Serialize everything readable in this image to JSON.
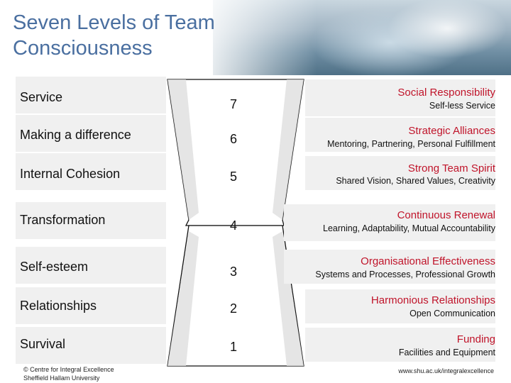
{
  "title": "Seven Levels of Team Consciousness",
  "levels": [
    {
      "name": "Service",
      "number": "7",
      "heading": "Social Responsibility",
      "detail": "Self-less Service"
    },
    {
      "name": "Making a difference",
      "number": "6",
      "heading": "Strategic Alliances",
      "detail": "Mentoring, Partnering, Personal Fulfillment"
    },
    {
      "name": "Internal Cohesion",
      "number": "5",
      "heading": "Strong Team Spirit",
      "detail": "Shared Vision, Shared Values, Creativity"
    },
    {
      "name": "Transformation",
      "number": "4",
      "heading": "Continuous Renewal",
      "detail": "Learning, Adaptability, Mutual Accountability"
    },
    {
      "name": "Self-esteem",
      "number": "3",
      "heading": "Organisational Effectiveness",
      "detail": "Systems and Processes, Professional Growth"
    },
    {
      "name": "Relationships",
      "number": "2",
      "heading": "Harmonious Relationships",
      "detail": "Open Communication"
    },
    {
      "name": "Survival",
      "number": "1",
      "heading": "Funding",
      "detail": "Facilities and Equipment"
    }
  ],
  "footer": {
    "copyright_line1": "© Centre for Integral Excellence",
    "copyright_line2": "Sheffield Hallam University",
    "url": "www.shu.ac.uk/integralexcellence"
  },
  "colors": {
    "title": "#4a6fa0",
    "heading": "#c0142a",
    "band": "#f0f0f0",
    "text": "#111111"
  }
}
